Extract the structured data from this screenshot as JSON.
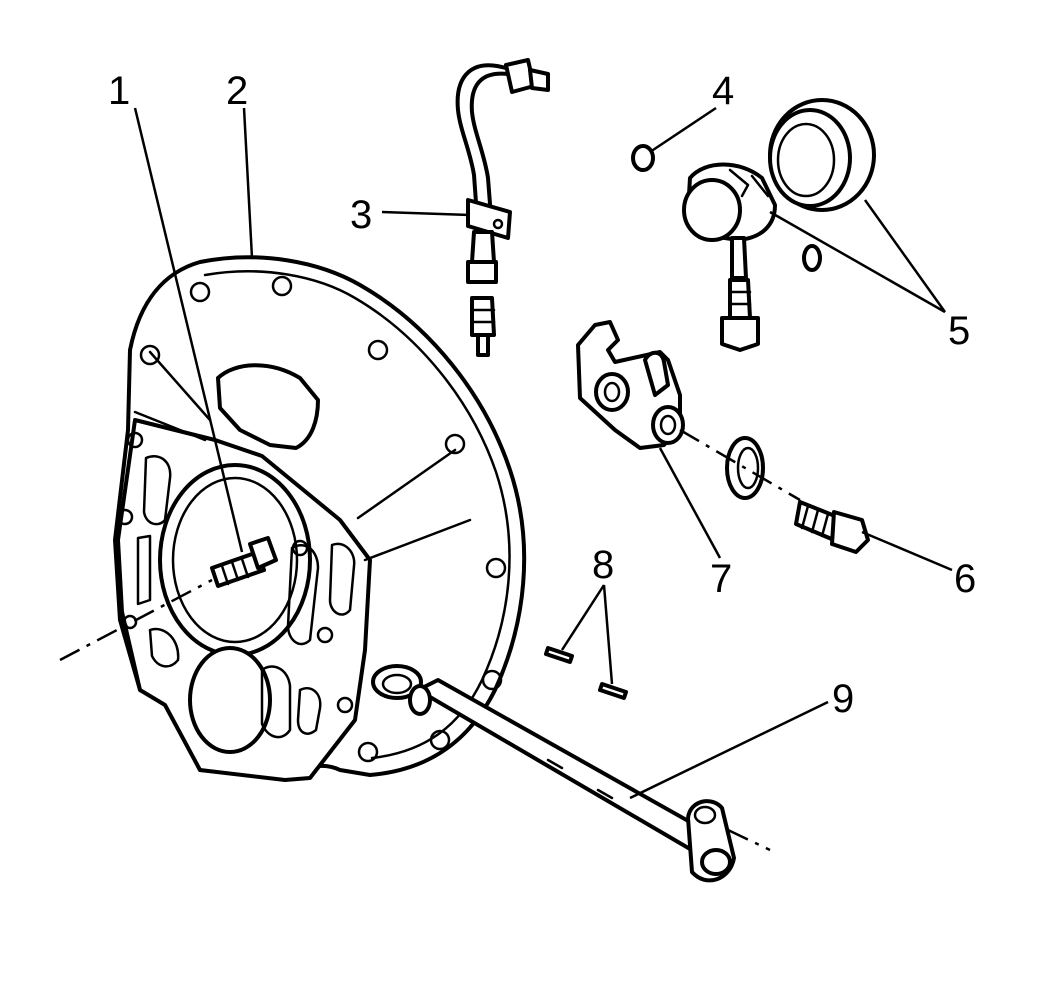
{
  "callouts": [
    {
      "id": "1",
      "label": "1"
    },
    {
      "id": "2",
      "label": "2"
    },
    {
      "id": "3",
      "label": "3"
    },
    {
      "id": "4",
      "label": "4"
    },
    {
      "id": "5",
      "label": "5"
    },
    {
      "id": "6",
      "label": "6"
    },
    {
      "id": "7",
      "label": "7"
    },
    {
      "id": "8",
      "label": "8"
    },
    {
      "id": "9",
      "label": "9"
    }
  ],
  "parts": [
    "bell-housing-bolt",
    "clutch-housing",
    "hydraulic-line",
    "pivot-ball",
    "release-bearing",
    "fork-bolt",
    "release-fork",
    "retaining-pins",
    "fork-shaft"
  ]
}
